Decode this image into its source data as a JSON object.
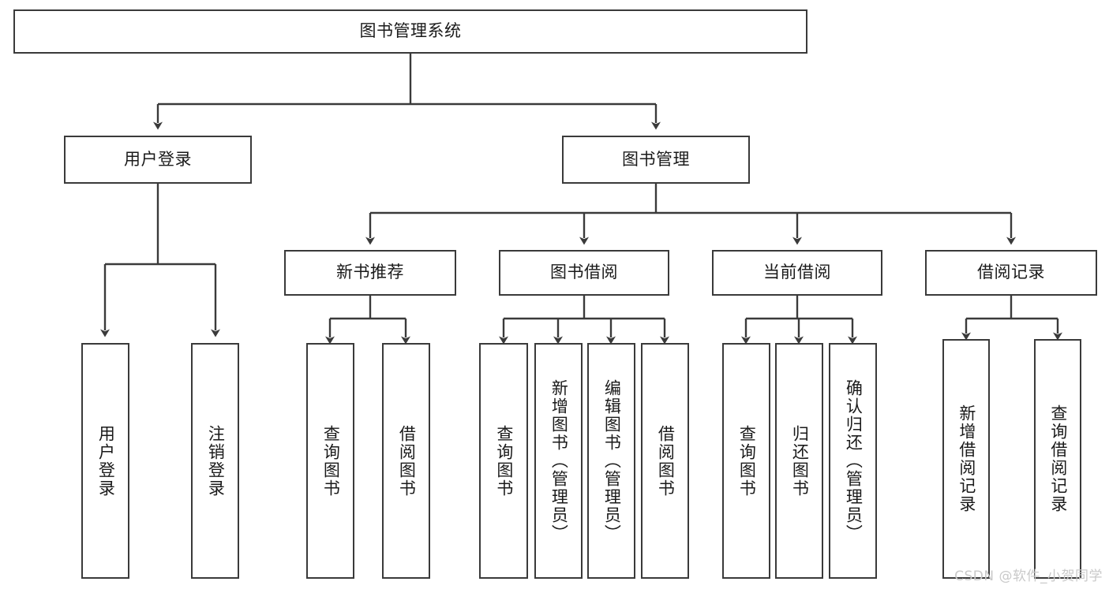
{
  "diagram": {
    "type": "tree-hierarchy",
    "title": "图书管理系统",
    "root": {
      "label": "图书管理系统"
    },
    "level2": [
      {
        "id": "user-login",
        "label": "用户登录"
      },
      {
        "id": "book-manage",
        "label": "图书管理"
      }
    ],
    "level3": [
      {
        "id": "new-book-recommend",
        "label": "新书推荐",
        "parent": "book-manage"
      },
      {
        "id": "book-borrow",
        "label": "图书借阅",
        "parent": "book-manage"
      },
      {
        "id": "current-borrow",
        "label": "当前借阅",
        "parent": "book-manage"
      },
      {
        "id": "borrow-record",
        "label": "借阅记录",
        "parent": "book-manage"
      }
    ],
    "leaves": {
      "user_login": [
        {
          "id": "leaf-user-login",
          "label": "用户登录"
        },
        {
          "id": "leaf-user-logout",
          "label": "注销登录"
        }
      ],
      "new_book_recommend": [
        {
          "id": "leaf-query-book-1",
          "label": "查询图书"
        },
        {
          "id": "leaf-borrow-book-1",
          "label": "借阅图书"
        }
      ],
      "book_borrow": [
        {
          "id": "leaf-query-book-2",
          "label": "查询图书"
        },
        {
          "id": "leaf-add-book",
          "label": "新增图书（管理员）"
        },
        {
          "id": "leaf-edit-book",
          "label": "编辑图书（管理员）"
        },
        {
          "id": "leaf-borrow-book-2",
          "label": "借阅图书"
        }
      ],
      "current_borrow": [
        {
          "id": "leaf-query-book-3",
          "label": "查询图书"
        },
        {
          "id": "leaf-return-book",
          "label": "归还图书"
        },
        {
          "id": "leaf-confirm-return",
          "label": "确认归还（管理员）"
        }
      ],
      "borrow_record": [
        {
          "id": "leaf-add-record",
          "label": "新增借阅记录"
        },
        {
          "id": "leaf-query-record",
          "label": "查询借阅记录"
        }
      ]
    },
    "watermark": "CSDN @软件_小贺同学",
    "colors": {
      "border": "#3a3a3a",
      "background": "#ffffff",
      "text": "#1a1a1a",
      "watermark": "#c9c9c9"
    }
  }
}
